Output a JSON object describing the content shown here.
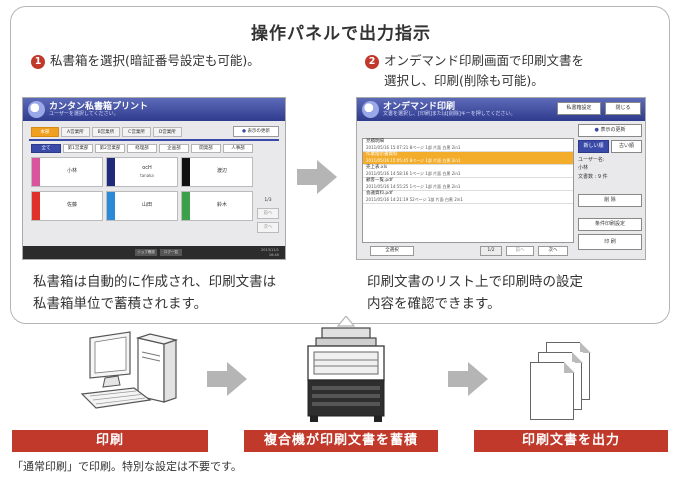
{
  "panel": {
    "title": "操作パネルで出力指示",
    "step1": {
      "number": "1",
      "text": "私書箱を選択(暗証番号設定も可能)。"
    },
    "step2": {
      "number": "2",
      "line1": "オンデマンド印刷画面で印刷文書を",
      "line2": "選択し、印刷(削除も可能)。"
    },
    "caption1": {
      "line1": "私書箱は自動的に作成され、印刷文書は",
      "line2": "私書箱単位で蓄積されます。"
    },
    "caption2": {
      "line1": "印刷文書のリスト上で印刷時の設定",
      "line2": "内容を確認できます。"
    }
  },
  "screen1": {
    "title": "カンタン私書箱プリント",
    "subtitle": "ユーザーを選択してください。",
    "tabs": [
      "本部",
      "A営業所",
      "B営業所",
      "C営業所",
      "D営業所"
    ],
    "refresh_label": "表示の更新",
    "categories": [
      "全て",
      "第1営業部",
      "第2営業部",
      "経理部",
      "企画部",
      "開発部",
      "人事部"
    ],
    "boxes": [
      {
        "name": "小林",
        "sub": "",
        "color": "#d9569c"
      },
      {
        "name": "ocH",
        "sub": "tanaka",
        "color": "#1f2a7a"
      },
      {
        "name": "渡辺",
        "sub": "",
        "color": "#111111"
      },
      {
        "name": "佐藤",
        "sub": "",
        "color": "#e0302a"
      },
      {
        "name": "山田",
        "sub": "",
        "color": "#2b8ad8"
      },
      {
        "name": "鈴木",
        "sub": "",
        "color": "#3aa14a"
      }
    ],
    "page_indicator": "1/3",
    "prev_label": "前へ",
    "next_label": "次へ",
    "footer_buttons": [
      "ジョブ確認",
      "ログ一覧"
    ],
    "date": "2013/11/1",
    "time": "16:40"
  },
  "screen2": {
    "title": "オンデマンド印刷",
    "subtitle": "文書を選択し、[印刷]または[削除]キーを押してください。",
    "header_buttons": [
      "私書箱設定",
      "閉じる"
    ],
    "refresh_label": "表示の更新",
    "sort_buttons": [
      "新しい順",
      "古い順"
    ],
    "user_label": "ユーザー名:",
    "user_name": "小林",
    "doc_count": "文書数 : 9 件",
    "files": [
      {
        "name": "見積明細",
        "meta": "2011/05/16 15:07:21  8ページ    1部    片面  白黒  2in1",
        "selected": false
      },
      {
        "name": "作業指示書資料",
        "meta": "2011/05/16 15:05:45  8ページ    1部    片面  白黒  2in1",
        "selected": true
      },
      {
        "name": "売上表.xls",
        "meta": "2011/05/16 14:58:16  1ページ    1部    片面  白黒  2in1",
        "selected": false
      },
      {
        "name": "顧客一覧.pdf",
        "meta": "2011/05/16 14:55:25  1ページ    1部    片面  白黒  2in1",
        "selected": false
      },
      {
        "name": "会議資料.pdf",
        "meta": "2011/05/16 14:21:19  52ページ   1部    片面  白黒  2in1",
        "selected": false
      }
    ],
    "select_all_label": "全選択",
    "page_indicator": "1/2",
    "prev_label": "前へ",
    "next_label": "次へ",
    "delete_label": "削 除",
    "settings_label": "条件印刷設定",
    "print_label": "印 刷"
  },
  "bottom": {
    "labels": [
      "印刷",
      "複合機が印刷文書を蓄積",
      "印刷文書を出力"
    ],
    "note": "「通常印刷」で印刷。特別な設定は不要です。"
  },
  "colors": {
    "accent_red": "#c0392b",
    "arrow_gray": "#b5b5b5",
    "panel_border": "#b5b5b5",
    "screen_header_blue": "#3a4aa8",
    "selected_orange": "#f3ad2a"
  },
  "icons": {
    "computer": "desktop-computer-icon",
    "printer": "multifunction-printer-icon",
    "documents": "stacked-documents-icon",
    "arrow": "right-arrow-icon"
  }
}
